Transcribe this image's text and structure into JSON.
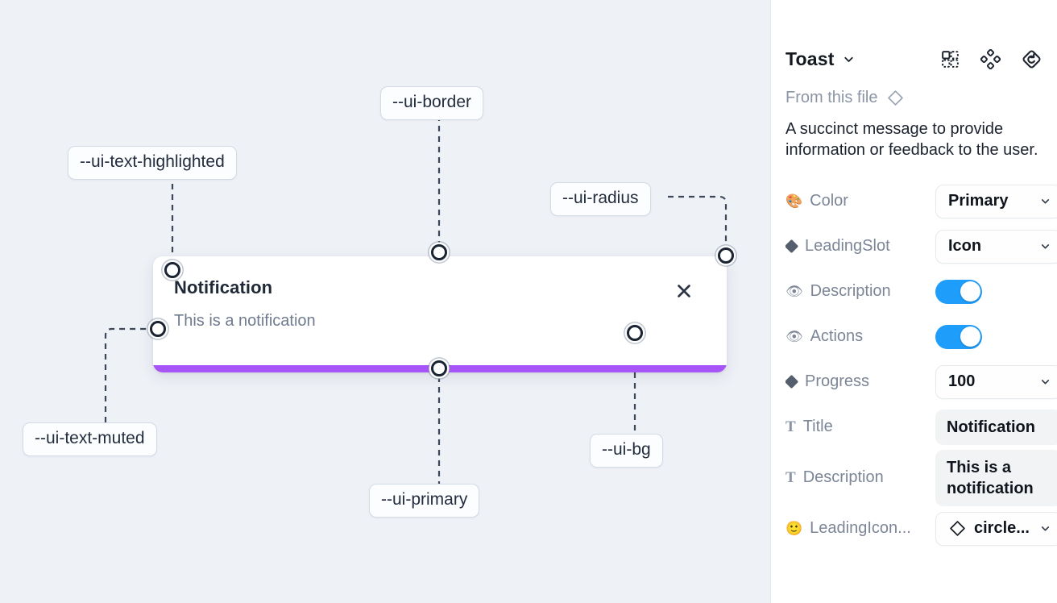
{
  "canvas": {
    "background_color": "#eef1f6",
    "toast": {
      "title": "Notification",
      "description": "This is a notification",
      "close_icon": "close-icon",
      "progress_color": "#a855f7",
      "background_color": "#ffffff"
    },
    "tokens": [
      {
        "name": "ui-text-highlighted",
        "label": "--ui-text-highlighted"
      },
      {
        "name": "ui-border",
        "label": "--ui-border"
      },
      {
        "name": "ui-radius",
        "label": "--ui-radius"
      },
      {
        "name": "ui-text-muted",
        "label": "--ui-text-muted"
      },
      {
        "name": "ui-primary",
        "label": "--ui-primary"
      },
      {
        "name": "ui-bg",
        "label": "--ui-bg"
      }
    ]
  },
  "panel": {
    "title": "Toast",
    "title_caret_icon": "chevron-down-icon",
    "header_icons": [
      {
        "name": "components-icon"
      },
      {
        "name": "variants-icon"
      },
      {
        "name": "reset-icon"
      }
    ],
    "from_this_file": {
      "label": "From this file",
      "icon": "diamond-icon"
    },
    "description": "A succinct message to provide information or feedback to the user.",
    "accent_color": "#1e9dfb",
    "properties": [
      {
        "name": "color",
        "icon": "palette-emoji",
        "icon_glyph": "🎨",
        "label": "Color",
        "control": "select",
        "value": "Primary"
      },
      {
        "name": "leading-slot",
        "icon": "diamond-icon",
        "icon_glyph": "",
        "label": "LeadingSlot",
        "control": "select",
        "value": "Icon"
      },
      {
        "name": "description",
        "icon": "eye-emoji",
        "icon_glyph": "👁",
        "label": "Description",
        "control": "toggle",
        "value": "on"
      },
      {
        "name": "actions",
        "icon": "eye-emoji",
        "icon_glyph": "👁",
        "label": "Actions",
        "control": "toggle",
        "value": "on"
      },
      {
        "name": "progress",
        "icon": "diamond-icon",
        "icon_glyph": "",
        "label": "Progress",
        "control": "select",
        "value": "100"
      },
      {
        "name": "title",
        "icon": "text-icon",
        "icon_glyph": "T",
        "label": "Title",
        "control": "text",
        "value": "Notification"
      },
      {
        "name": "description-text",
        "icon": "text-icon",
        "icon_glyph": "T",
        "label": "Description",
        "control": "text-multiline",
        "value": "This is a notification"
      },
      {
        "name": "leading-icon",
        "icon": "smiley-emoji",
        "icon_glyph": "🙂",
        "label": "LeadingIcon...",
        "control": "select-icon",
        "value": "circle..."
      }
    ]
  }
}
